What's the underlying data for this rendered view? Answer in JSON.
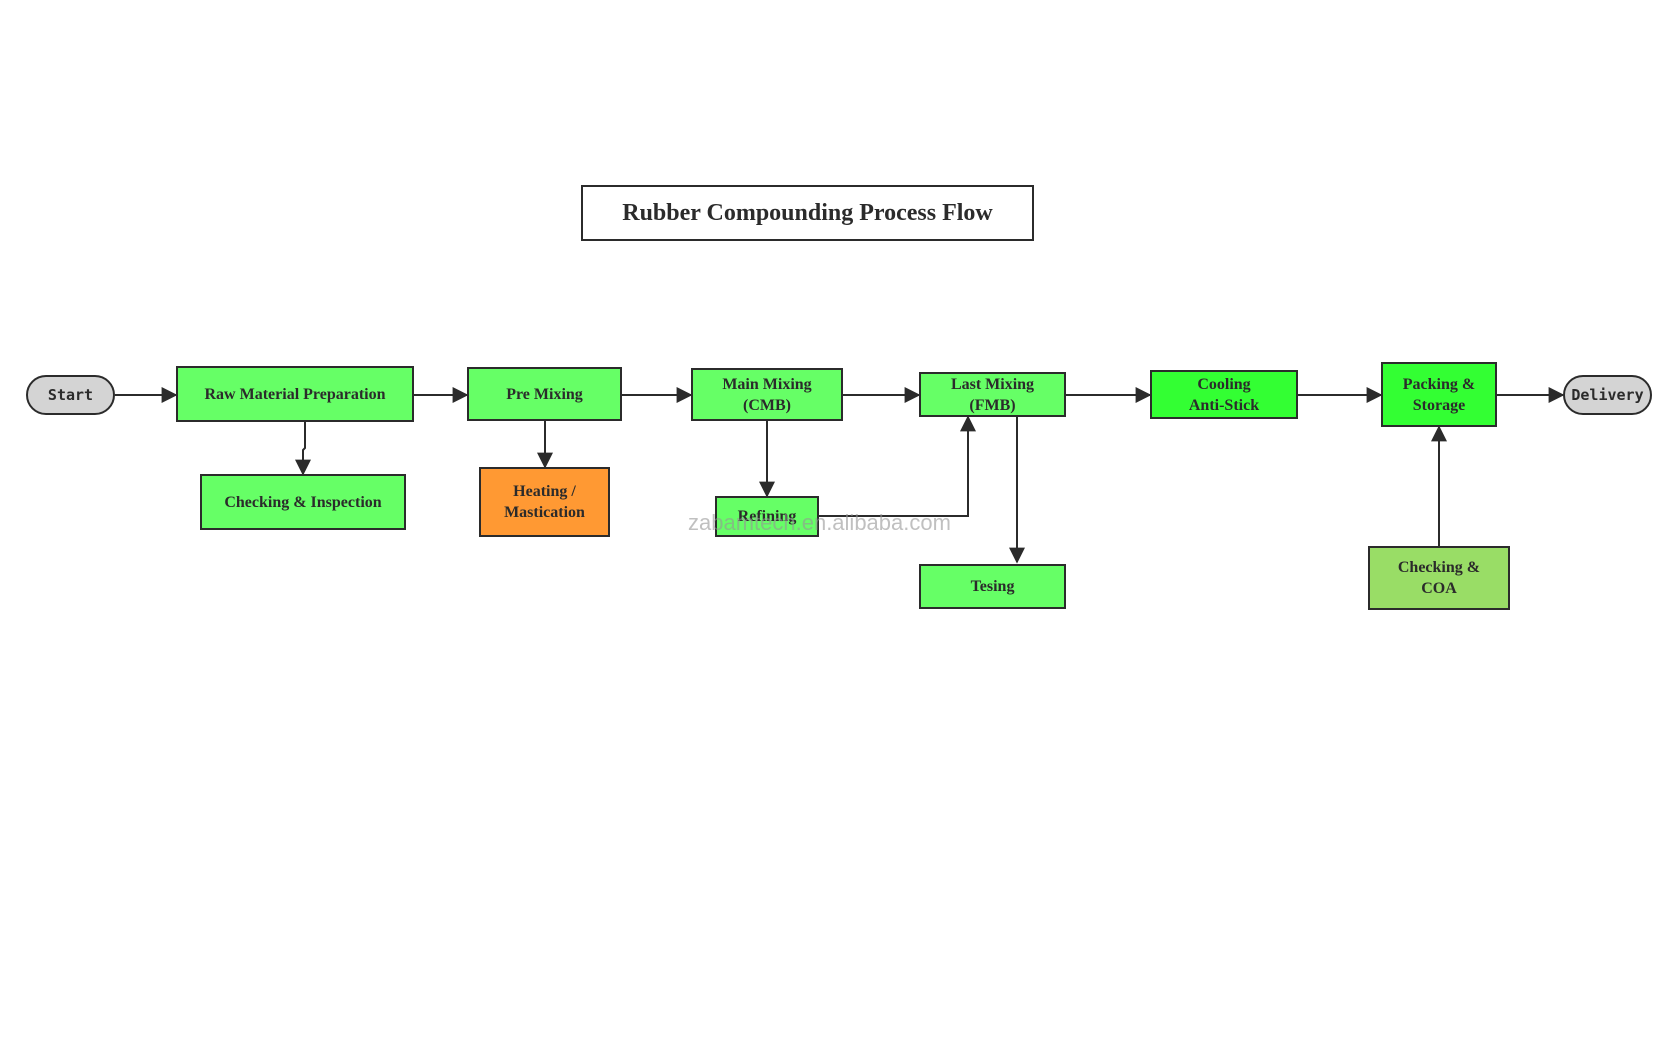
{
  "title": "Rubber Compounding Process Flow",
  "watermark": "zabamtech.en.alibaba.com",
  "colors": {
    "terminal": "#d4d4d4",
    "step": "#66ff66",
    "step_bright": "#33ff33",
    "heating": "#ff9933",
    "coa": "#99dd66",
    "stroke": "#2b2b2b"
  },
  "nodes": [
    {
      "id": "start",
      "label": "Start",
      "kind": "terminal",
      "color": "terminal"
    },
    {
      "id": "raw-material",
      "label": "Raw Material Preparation",
      "kind": "process",
      "color": "step"
    },
    {
      "id": "checking-inspection",
      "label": "Checking & Inspection",
      "kind": "process",
      "color": "step"
    },
    {
      "id": "pre-mixing",
      "label": "Pre Mixing",
      "kind": "process",
      "color": "step"
    },
    {
      "id": "heating",
      "label": "Heating /\nMastication",
      "kind": "process",
      "color": "heating"
    },
    {
      "id": "main-mixing",
      "label": "Main Mixing\n(CMB)",
      "kind": "process",
      "color": "step"
    },
    {
      "id": "refining",
      "label": "Refining",
      "kind": "process",
      "color": "step"
    },
    {
      "id": "last-mixing",
      "label": "Last Mixing\n(FMB)",
      "kind": "process",
      "color": "step"
    },
    {
      "id": "testing",
      "label": "Tesing",
      "kind": "process",
      "color": "step"
    },
    {
      "id": "cooling",
      "label": "Cooling\nAnti-Stick",
      "kind": "process",
      "color": "step_bright"
    },
    {
      "id": "packing",
      "label": "Packing &\nStorage",
      "kind": "process",
      "color": "step_bright"
    },
    {
      "id": "checking-coa",
      "label": "Checking &\nCOA",
      "kind": "process",
      "color": "coa"
    },
    {
      "id": "delivery",
      "label": "Delivery",
      "kind": "terminal",
      "color": "terminal"
    }
  ],
  "edges": [
    {
      "from": "start",
      "to": "raw-material"
    },
    {
      "from": "raw-material",
      "to": "pre-mixing"
    },
    {
      "from": "raw-material",
      "to": "checking-inspection"
    },
    {
      "from": "pre-mixing",
      "to": "main-mixing"
    },
    {
      "from": "pre-mixing",
      "to": "heating"
    },
    {
      "from": "main-mixing",
      "to": "last-mixing"
    },
    {
      "from": "main-mixing",
      "to": "refining"
    },
    {
      "from": "refining",
      "to": "last-mixing"
    },
    {
      "from": "last-mixing",
      "to": "cooling"
    },
    {
      "from": "last-mixing",
      "to": "testing"
    },
    {
      "from": "cooling",
      "to": "packing"
    },
    {
      "from": "checking-coa",
      "to": "packing"
    },
    {
      "from": "packing",
      "to": "delivery"
    }
  ]
}
